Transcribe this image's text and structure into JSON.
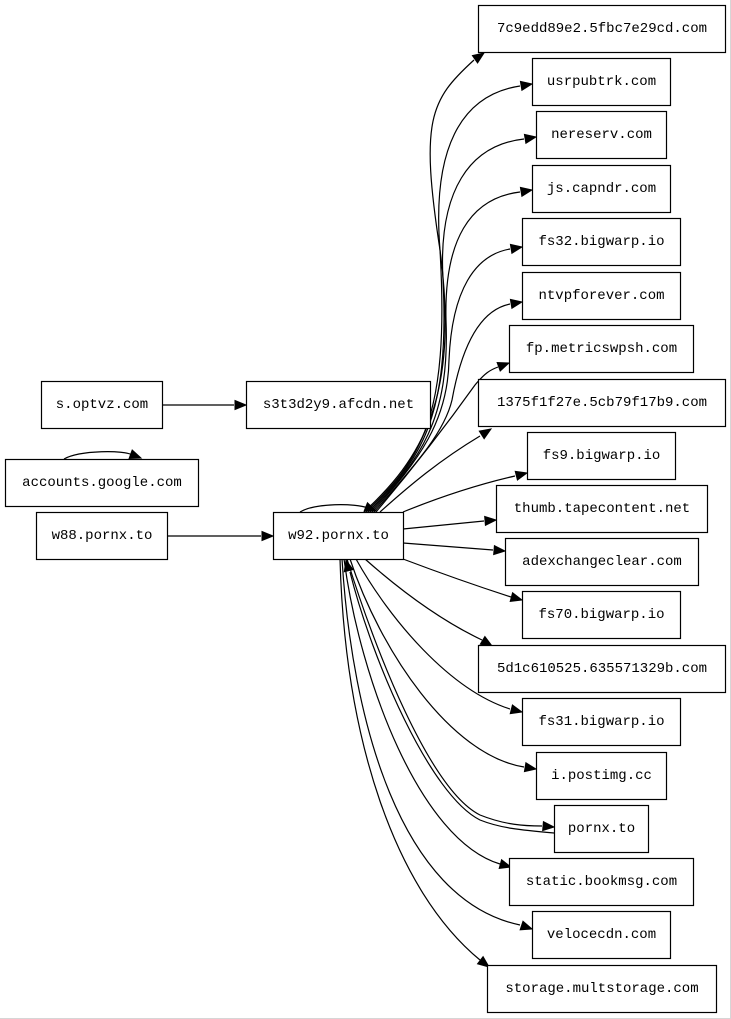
{
  "colors": {
    "background": "#ffffff",
    "stroke": "#000000",
    "frame": "#d6d6d6"
  },
  "nodes": [
    {
      "id": "s_optvz",
      "label": "s.optvz.com"
    },
    {
      "id": "s3t3d2y9",
      "label": "s3t3d2y9.afcdn.net"
    },
    {
      "id": "accounts",
      "label": "accounts.google.com"
    },
    {
      "id": "w88",
      "label": "w88.pornx.to"
    },
    {
      "id": "w92",
      "label": "w92.pornx.to"
    },
    {
      "id": "t_7c9",
      "label": "7c9edd89e2.5fbc7e29cd.com"
    },
    {
      "id": "usrpubtrk",
      "label": "usrpubtrk.com"
    },
    {
      "id": "nereserv",
      "label": "nereserv.com"
    },
    {
      "id": "capndr",
      "label": "js.capndr.com"
    },
    {
      "id": "fs32",
      "label": "fs32.bigwarp.io"
    },
    {
      "id": "ntvpforever",
      "label": "ntvpforever.com"
    },
    {
      "id": "metricswpsh",
      "label": "fp.metricswpsh.com"
    },
    {
      "id": "t_1375",
      "label": "1375f1f27e.5cb79f17b9.com"
    },
    {
      "id": "fs9",
      "label": "fs9.bigwarp.io"
    },
    {
      "id": "tapecontent",
      "label": "thumb.tapecontent.net"
    },
    {
      "id": "adexchange",
      "label": "adexchangeclear.com"
    },
    {
      "id": "fs70",
      "label": "fs70.bigwarp.io"
    },
    {
      "id": "t_5d1",
      "label": "5d1c610525.635571329b.com"
    },
    {
      "id": "fs31",
      "label": "fs31.bigwarp.io"
    },
    {
      "id": "postimg",
      "label": "i.postimg.cc"
    },
    {
      "id": "pornx",
      "label": "pornx.to"
    },
    {
      "id": "bookmsg",
      "label": "static.bookmsg.com"
    },
    {
      "id": "velocecdn",
      "label": "velocecdn.com"
    },
    {
      "id": "multstorage",
      "label": "storage.multstorage.com"
    }
  ],
  "edges": [
    {
      "from": "s_optvz",
      "to": "s3t3d2y9"
    },
    {
      "from": "accounts",
      "to": "accounts"
    },
    {
      "from": "w88",
      "to": "w92"
    },
    {
      "from": "w92",
      "to": "w92"
    },
    {
      "from": "w92",
      "to": "t_7c9"
    },
    {
      "from": "w92",
      "to": "usrpubtrk"
    },
    {
      "from": "w92",
      "to": "nereserv"
    },
    {
      "from": "w92",
      "to": "capndr"
    },
    {
      "from": "w92",
      "to": "fs32"
    },
    {
      "from": "w92",
      "to": "ntvpforever"
    },
    {
      "from": "w92",
      "to": "metricswpsh"
    },
    {
      "from": "w92",
      "to": "t_1375"
    },
    {
      "from": "w92",
      "to": "fs9"
    },
    {
      "from": "w92",
      "to": "tapecontent"
    },
    {
      "from": "w92",
      "to": "adexchange"
    },
    {
      "from": "w92",
      "to": "fs70"
    },
    {
      "from": "w92",
      "to": "t_5d1"
    },
    {
      "from": "w92",
      "to": "fs31"
    },
    {
      "from": "w92",
      "to": "postimg"
    },
    {
      "from": "w92",
      "to": "pornx"
    },
    {
      "from": "pornx",
      "to": "w92"
    },
    {
      "from": "w92",
      "to": "bookmsg"
    },
    {
      "from": "w92",
      "to": "velocecdn"
    },
    {
      "from": "w92",
      "to": "multstorage"
    }
  ]
}
